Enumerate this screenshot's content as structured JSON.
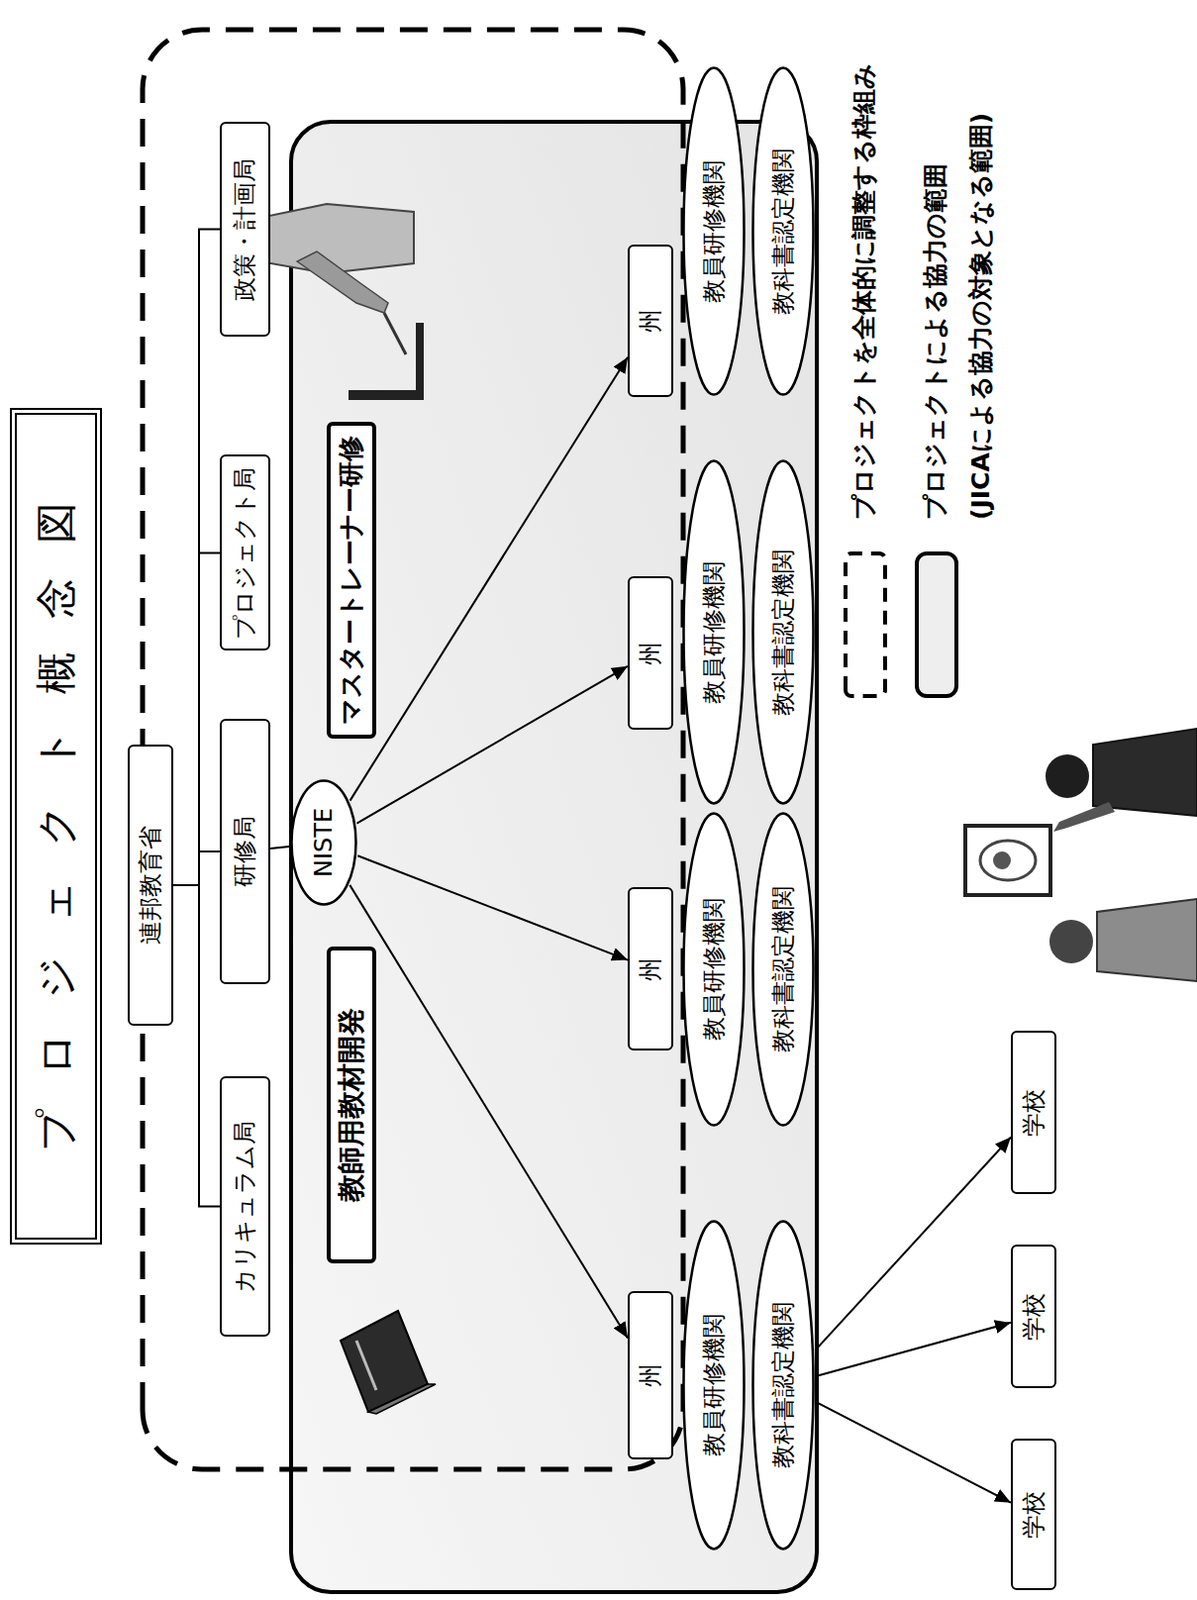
{
  "diagram": {
    "title": "プロジェクト概念図",
    "nodes": [
      {
        "text": [
          "連邦教育省"
        ]
      },
      {
        "text": [
          "カリキュラム局"
        ]
      },
      {
        "text": [
          "研修局"
        ]
      },
      {
        "text": [
          "プロジェクト局"
        ]
      },
      {
        "text": [
          "政策・計画局"
        ]
      },
      {
        "text": [
          "NISTE"
        ]
      },
      {
        "text": [
          "教師用教材開発"
        ]
      },
      {
        "text": [
          "マスタートレーナー研修"
        ]
      },
      {
        "text": [
          "州"
        ]
      },
      {
        "text": [
          "教員研修機関"
        ]
      },
      {
        "text": [
          "教科書認定機関"
        ]
      },
      {
        "text": [
          "州"
        ]
      },
      {
        "text": [
          "教員研修機関"
        ]
      },
      {
        "text": [
          "教科書認定機関"
        ]
      },
      {
        "text": [
          "州"
        ]
      },
      {
        "text": [
          "教員研修機関"
        ]
      },
      {
        "text": [
          "教科書認定機関"
        ]
      },
      {
        "text": [
          "州"
        ]
      },
      {
        "text": [
          "教員研修機関"
        ]
      },
      {
        "text": [
          "教科書認定機関"
        ]
      },
      {
        "text": [
          "学校"
        ]
      },
      {
        "text": [
          "学校"
        ]
      },
      {
        "text": [
          "学校"
        ]
      }
    ],
    "edges": [
      {
        "from": 0,
        "to": 1,
        "arrow": "none"
      },
      {
        "from": 0,
        "to": 2,
        "arrow": "none"
      },
      {
        "from": 0,
        "to": 3,
        "arrow": "none"
      },
      {
        "from": 0,
        "to": 4,
        "arrow": "none"
      },
      {
        "from": 2,
        "to": 5,
        "arrow": "none"
      },
      {
        "from": 5,
        "to": 8,
        "arrow": "to"
      },
      {
        "from": 5,
        "to": 11,
        "arrow": "to"
      },
      {
        "from": 5,
        "to": 14,
        "arrow": "to"
      },
      {
        "from": 5,
        "to": 17,
        "arrow": "to"
      },
      {
        "from": 10,
        "to": 20,
        "arrow": "to"
      },
      {
        "from": 10,
        "to": 21,
        "arrow": "to"
      },
      {
        "from": 10,
        "to": 22,
        "arrow": "to"
      }
    ],
    "labels": [
      "(JICAによる協力の対象となる範囲)"
    ],
    "legend": [
      {
        "text": "プロジェクトを全体的に調整する枠組み"
      },
      {
        "text": "プロジェクトによる協力の範囲"
      }
    ]
  }
}
